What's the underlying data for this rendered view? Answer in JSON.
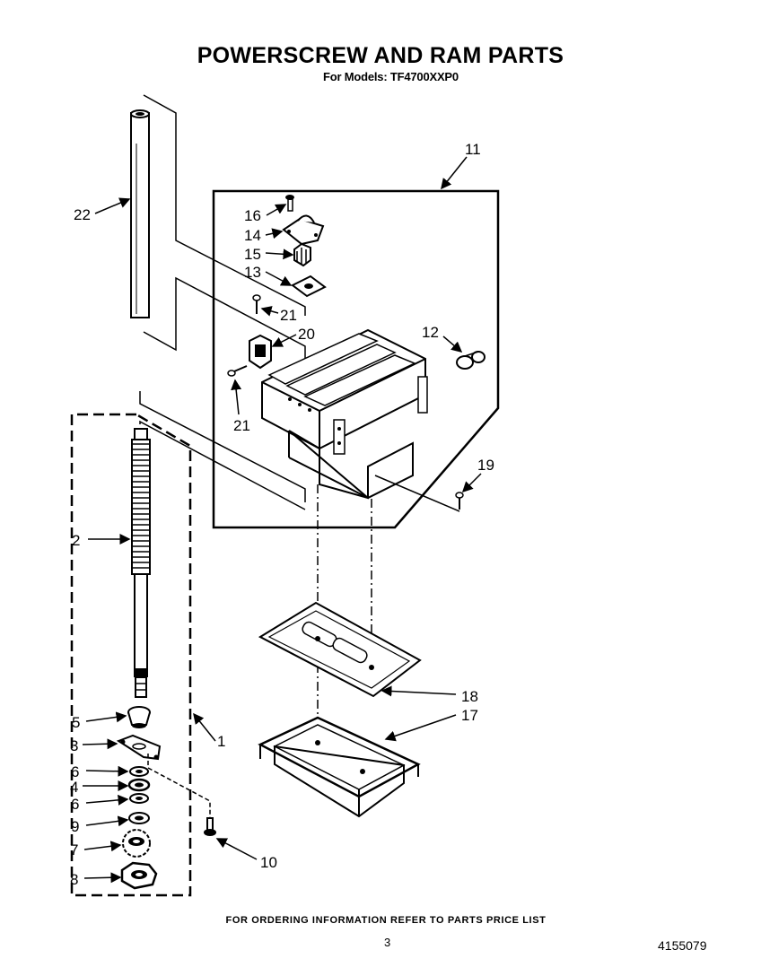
{
  "header": {
    "title": "POWERSCREW AND RAM PARTS",
    "subtitle": "For Models: TF4700XXP0"
  },
  "callouts": {
    "c1": "1",
    "c2": "2",
    "c3": "3",
    "c4": "4",
    "c5": "5",
    "c6a": "6",
    "c6b": "6",
    "c7": "7",
    "c8": "8",
    "c9": "9",
    "c10": "10",
    "c11": "11",
    "c12": "12",
    "c13": "13",
    "c14": "14",
    "c15": "15",
    "c16": "16",
    "c17": "17",
    "c18": "18",
    "c19": "19",
    "c20": "20",
    "c21a": "21",
    "c21b": "21",
    "c22": "22"
  },
  "footer": {
    "note": "FOR ORDERING INFORMATION REFER TO PARTS PRICE LIST",
    "page_number": "3",
    "doc_number": "4155079"
  }
}
